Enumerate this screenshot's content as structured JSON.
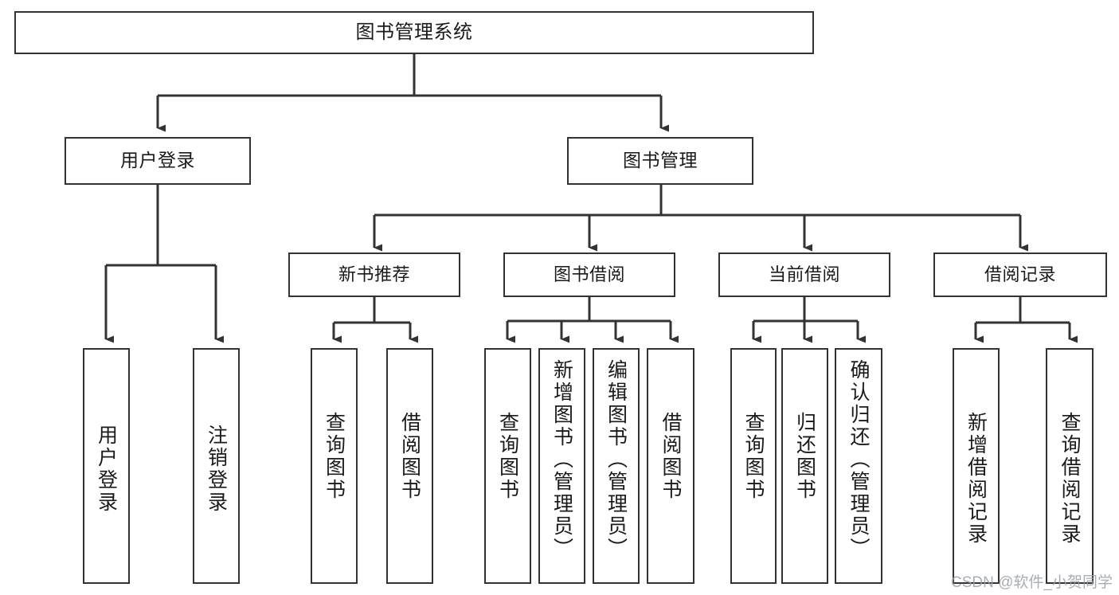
{
  "diagram": {
    "type": "tree",
    "title": "图书管理系统",
    "root": {
      "id": "root",
      "label": "图书管理系统"
    },
    "level1": [
      {
        "id": "user-login",
        "label": "用户登录"
      },
      {
        "id": "book-manage",
        "label": "图书管理"
      }
    ],
    "level2": [
      {
        "id": "new-book-recommend",
        "label": "新书推荐",
        "parent": "book-manage"
      },
      {
        "id": "book-borrow",
        "label": "图书借阅",
        "parent": "book-manage"
      },
      {
        "id": "current-borrow",
        "label": "当前借阅",
        "parent": "book-manage"
      },
      {
        "id": "borrow-record",
        "label": "借阅记录",
        "parent": "book-manage"
      }
    ],
    "leaves": [
      {
        "id": "leaf-user-login",
        "label": "用户登录",
        "parent": "user-login"
      },
      {
        "id": "leaf-logout",
        "label": "注销登录",
        "parent": "user-login"
      },
      {
        "id": "leaf-query-book-1",
        "label": "查询图书",
        "parent": "new-book-recommend"
      },
      {
        "id": "leaf-borrow-book-1",
        "label": "借阅图书",
        "parent": "new-book-recommend"
      },
      {
        "id": "leaf-query-book-2",
        "label": "查询图书",
        "parent": "book-borrow"
      },
      {
        "id": "leaf-add-book",
        "label": "新增图书（管理员）",
        "parent": "book-borrow"
      },
      {
        "id": "leaf-edit-book",
        "label": "编辑图书（管理员）",
        "parent": "book-borrow"
      },
      {
        "id": "leaf-borrow-book-2",
        "label": "借阅图书",
        "parent": "book-borrow"
      },
      {
        "id": "leaf-query-book-3",
        "label": "查询图书",
        "parent": "current-borrow"
      },
      {
        "id": "leaf-return-book",
        "label": "归还图书",
        "parent": "current-borrow"
      },
      {
        "id": "leaf-confirm-return",
        "label": "确认归还（管理员）",
        "parent": "current-borrow"
      },
      {
        "id": "leaf-add-record",
        "label": "新增借阅记录",
        "parent": "borrow-record"
      },
      {
        "id": "leaf-query-record",
        "label": "查询借阅记录",
        "parent": "borrow-record"
      }
    ]
  },
  "watermark": {
    "text": "CSDN @软件_小贺同学"
  },
  "colors": {
    "box_border": "#333333",
    "connector": "#333333",
    "text": "#1a1a1a",
    "background": "#ffffff",
    "watermark": "#9aa0a6"
  }
}
